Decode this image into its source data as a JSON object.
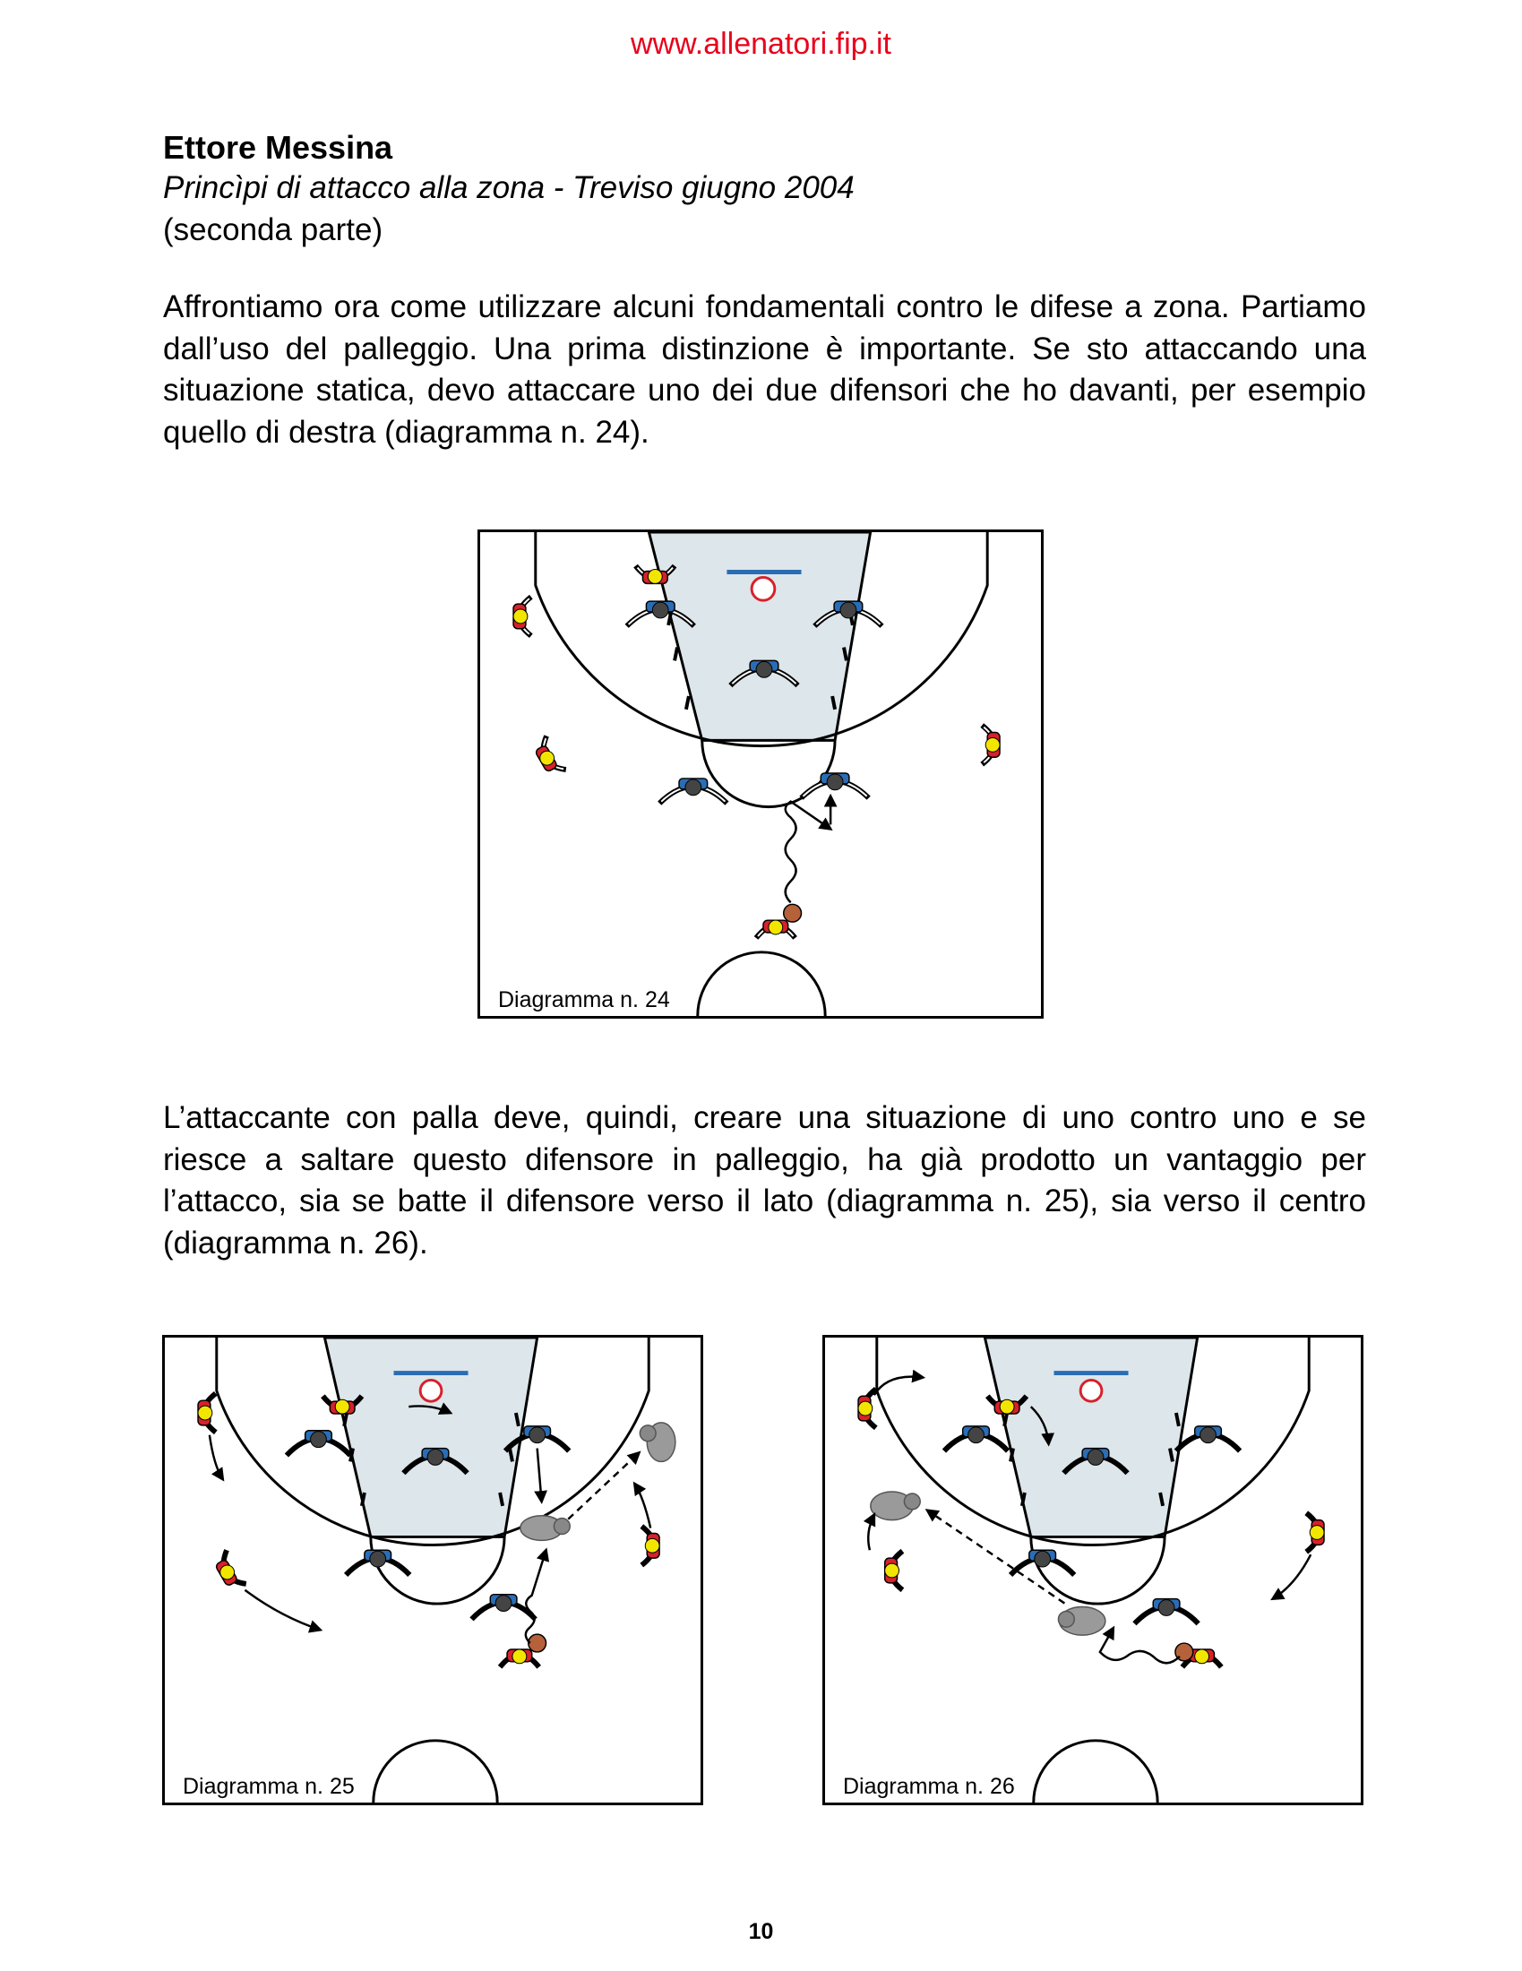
{
  "header": {
    "url": "www.allenatori.fip.it"
  },
  "article": {
    "author": "Ettore Messina",
    "subtitle": "Princìpi di attacco alla zona - Treviso giugno 2004",
    "part": "(seconda parte)",
    "paragraph_1": "Affrontiamo ora come utilizzare alcuni fondamentali contro le difese a zona. Partiamo dall’uso del palleggio. Una prima distinzione è importante. Se sto attaccando una situazione statica, devo attaccare uno dei due difensori che ho davanti, per esempio quello di destra (diagramma n. 24).",
    "paragraph_2": "L’attaccante con palla deve, quindi, creare una situazione di uno contro uno e se riesce a saltare questo difensore in palleggio, ha già prodotto un vantaggio per l’attacco, sia se batte il difensore verso il lato (diagramma n. 25), sia verso il centro (diagramma n. 26)."
  },
  "diagrams": [
    {
      "label": "Diagramma n. 24"
    },
    {
      "label": "Diagramma n. 25"
    },
    {
      "label": "Diagramma n. 26"
    }
  ],
  "colors": {
    "url": "#e8001c",
    "paint": "#dde6ea",
    "offense": "#d7212b",
    "defense": "#2a6db5",
    "player_dot": "#f2e600",
    "ghost": "#9a9a9a",
    "ball": "#b5623a"
  },
  "footer": {
    "page_number": "10"
  }
}
